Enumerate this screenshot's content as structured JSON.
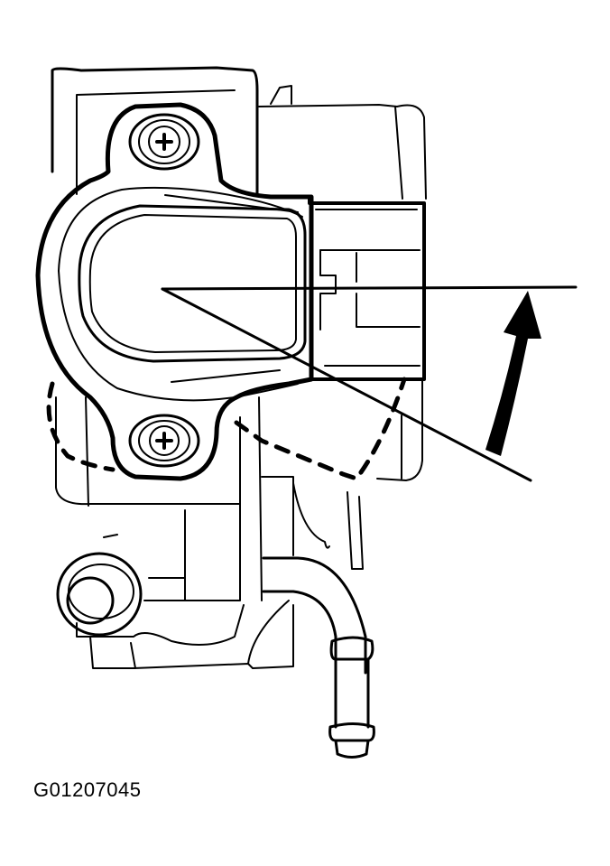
{
  "figure": {
    "caption_id": "G01207045",
    "subject": "throttle-body-with-throttle-position-sensor",
    "colors": {
      "line": "#000000",
      "background": "#ffffff"
    },
    "annotations": {
      "reference_line": "horizontal",
      "rotation_line": "angled",
      "arrow": "counter-clockwise-rotation-arrow"
    }
  }
}
